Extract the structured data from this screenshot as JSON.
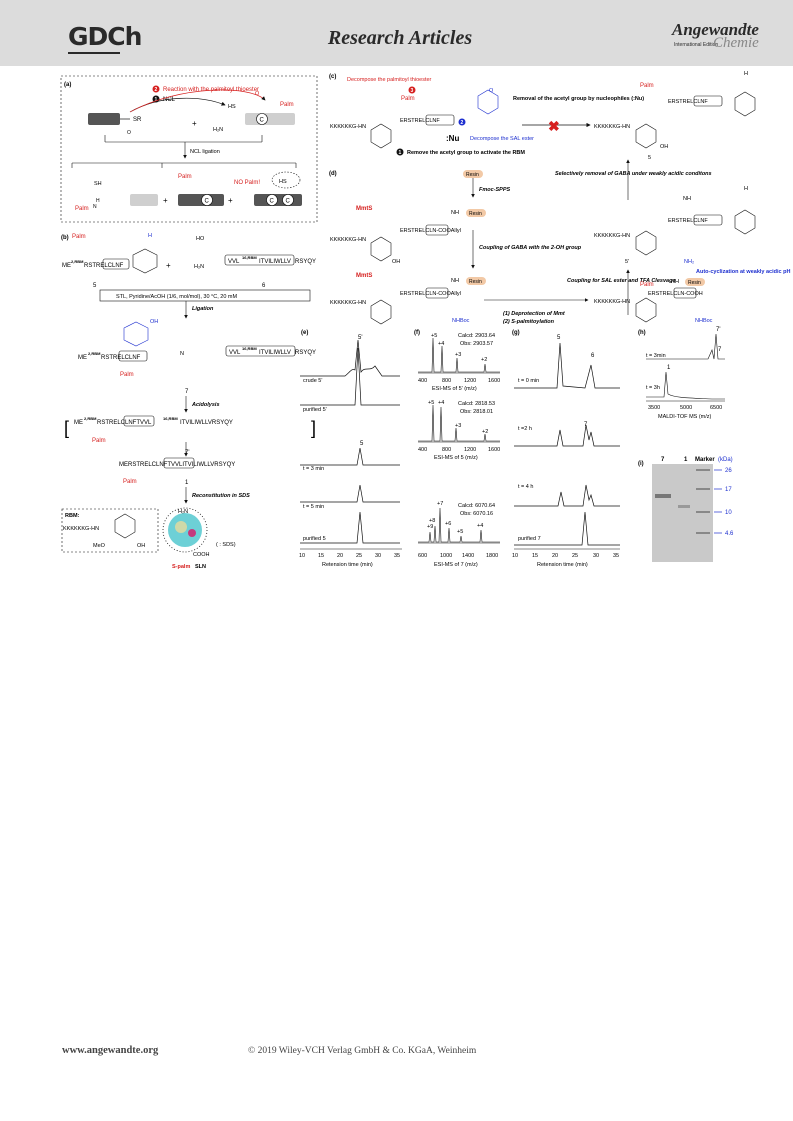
{
  "header": {
    "publisher_logo": "GDCh",
    "section_title": "Research Articles",
    "journal_name": "Angewandte",
    "journal_edition": "International Edition",
    "journal_subtitle": "Chemie"
  },
  "panel_a": {
    "label": "(a)",
    "step2": "Reaction with the palmitoyl thioester",
    "step1": "NCL",
    "ligation": "NCL ligation",
    "no_palm": "NO Palm!",
    "palm": "Palm",
    "sr": "SR",
    "sh": "SH",
    "hs": "HS",
    "h2n": "H₂N",
    "c": "C",
    "plus": "+"
  },
  "panel_b": {
    "label": "(b)",
    "seq5": "RSTRELCLNF",
    "seq5_prefix": "ME",
    "seq5_sup": "2,RBM",
    "seq6": "VVL",
    "seq6_sup": "16,RBM",
    "seq6_tail": "ITVILIWLLV",
    "seq6_end": "RSYQY",
    "num5": "5",
    "num6": "6",
    "conditions": "STL, Pyridine/AcOH (1/6, mol/mol), 30 °C, 20 mM",
    "ligation": "Ligation",
    "num7": "7",
    "acidolysis": "Acidolysis",
    "num7p": "7'",
    "num1": "1",
    "seq7p": "ME",
    "seq7p_sup": "2,RBM",
    "seq7p_mid": "RSTRELCLNFTVVL",
    "seq7p_sup2": "16,RBM",
    "seq7p_tail": "ITVILIWLLVRSYQY",
    "seq1": "MERSTRELCLNFTVVLITVILIWLLVRSYQY",
    "reconstitution": "Reconstitution in SDS",
    "rbm_label": "RBM:",
    "rbm_chain": "KKKKKKG-HN",
    "meo": "MeO",
    "oh": "OH",
    "sds_legend": "( : SDS)",
    "h2n": "H₂N",
    "cooh": "COOH",
    "s_palm": "S-palm",
    "sln": "SLN"
  },
  "panel_c": {
    "label": "(c)",
    "decompose_thio": "Decompose the palmitoyl thioester",
    "removal_title": "Removal of the acetyl group by nucleophiles (:Nu)",
    "decompose_sal": "Decompose the SAL ester",
    "remove_acetyl": "Remove the acetyl group to activate the RBM",
    "nu": ":Nu",
    "chain": "KKKKKKG-HN",
    "seq": "ERSTRELCLNF",
    "chain_right": "KKKKKKG-HN",
    "num5": "5",
    "oh": "OH"
  },
  "panel_d": {
    "label": "(d)",
    "resin": "Resin",
    "fmoc": "Fmoc-SPPS",
    "mmts": "MmtS",
    "nh": "NH",
    "coupling_gaba": "Coupling of GABA with the 2-OH group",
    "deprotect": "(1) Deprotection of Mmt",
    "palmitoyl": "(2) S-palmitoylation",
    "seq_coo": "ERSTRELCLN-COOAllyl",
    "seq_cooh": "ERSTRELCLN-COOH",
    "nhboc": "NHBoc",
    "nh2": "NH₂",
    "selective": "Selectively removal of GABA under weakly acidic conditons",
    "auto": "Auto-cyclization at weakly acidic pH",
    "coupling_sal": "Coupling for SAL ester and TFA Clesvage",
    "num5p": "5'",
    "chain": "KKKKKKG-HN",
    "oh": "OH"
  },
  "panel_e": {
    "label": "(e)",
    "traces": [
      "crude 5'",
      "purified 5'",
      "t = 3 min",
      "t = 5 min",
      "purified 5"
    ],
    "peak_labels": [
      "5'",
      "5"
    ],
    "xlabel": "Retension time (min)",
    "ticks": [
      "10",
      "15",
      "20",
      "25",
      "30",
      "35"
    ]
  },
  "panel_f": {
    "label": "(f)",
    "spectra": [
      {
        "calcd": "Calcd: 2903.64",
        "obs": "Obs: 2903.57",
        "caption": "ESI-MS of 5' (m/z)",
        "peaks": [
          "+5",
          "+4",
          "+3",
          "+2"
        ],
        "ticks": [
          "400",
          "800",
          "1200",
          "1600"
        ]
      },
      {
        "calcd": "Calcd: 2818.53",
        "obs": "Obs: 2818.01",
        "caption": "ESI-MS of 5 (m/z)",
        "peaks": [
          "+5",
          "+4",
          "+3",
          "+2"
        ],
        "ticks": [
          "400",
          "800",
          "1200",
          "1600"
        ]
      },
      {
        "calcd": "Calcd: 6070.64",
        "obs": "Obs: 6070.16",
        "caption": "ESI-MS of 7 (m/z)",
        "peaks": [
          "+9",
          "+8",
          "+7",
          "+6",
          "+5",
          "+4"
        ],
        "ticks": [
          "600",
          "1000",
          "1400",
          "1800"
        ]
      }
    ]
  },
  "panel_g": {
    "label": "(g)",
    "traces": [
      "t = 0 min",
      "t =2 h",
      "t = 4 h",
      "purified 7"
    ],
    "peak_labels": [
      "5",
      "6",
      "7"
    ],
    "xlabel": "Retension time (min)",
    "ticks": [
      "10",
      "15",
      "20",
      "25",
      "30",
      "35"
    ]
  },
  "panel_h": {
    "label": "(h)",
    "peaks": [
      "7'",
      "7",
      "1"
    ],
    "traces": [
      "t = 3min",
      "t = 3h"
    ],
    "xlabel": "MALDI-TOF MS (m/z)",
    "ticks": [
      "3500",
      "5000",
      "6500"
    ]
  },
  "panel_i": {
    "label": "(i)",
    "lanes": [
      "7",
      "1",
      "Marker"
    ],
    "unit": "(kDa)",
    "markers": [
      "26",
      "17",
      "10",
      "4.6"
    ],
    "marker_color": "#1f3fd0"
  },
  "footer": {
    "website": "www.angewandte.org",
    "copyright": "© 2019 Wiley-VCH Verlag GmbH & Co. KGaA, Weinheim"
  },
  "colors": {
    "red": "#d6201f",
    "blue": "#1d2fcf",
    "peach": "#f2c9a6",
    "dark": "#555555",
    "light": "#cfcfcf"
  }
}
